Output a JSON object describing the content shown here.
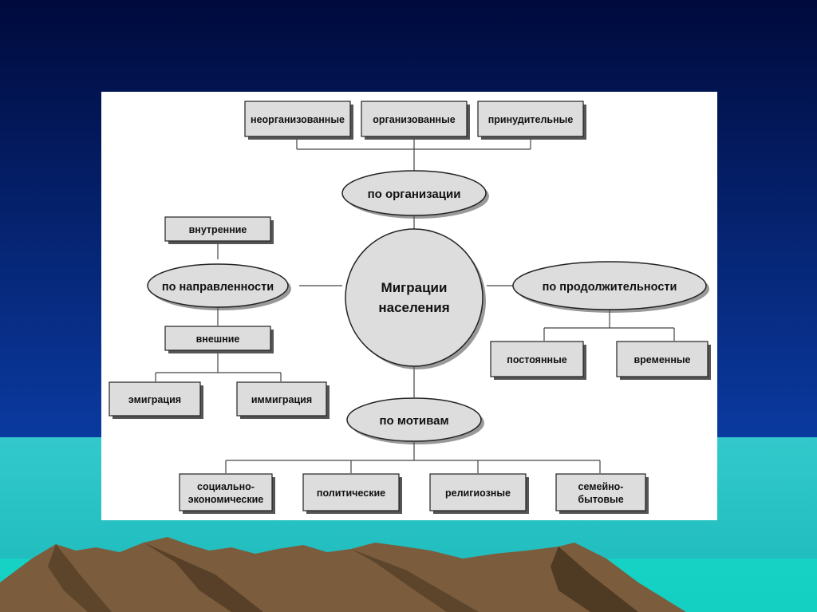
{
  "colors": {
    "sky_top": "#000a3c",
    "sky_bottom": "#0a3aa0",
    "sea": "#2fc8c8",
    "mountain": "#7a5c3e",
    "box_fill": "#dddddd",
    "box_shadow": "#555555",
    "line": "#444444"
  },
  "diagram": {
    "center": "Миграции населения",
    "categories": {
      "organization": "по организации",
      "direction": "по направленности",
      "duration": "по продолжительности",
      "motives": "по мотивам"
    },
    "organization_types": [
      "неорганизованные",
      "организованные",
      "принудительные"
    ],
    "direction_types": {
      "internal": "внутренние",
      "external": "внешние"
    },
    "external_types": [
      "эмиграция",
      "иммиграция"
    ],
    "duration_types": [
      "постоянные",
      "временные"
    ],
    "motive_types": [
      "социально-экономические",
      "политические",
      "религиозные",
      "семейно-бытовые"
    ]
  }
}
